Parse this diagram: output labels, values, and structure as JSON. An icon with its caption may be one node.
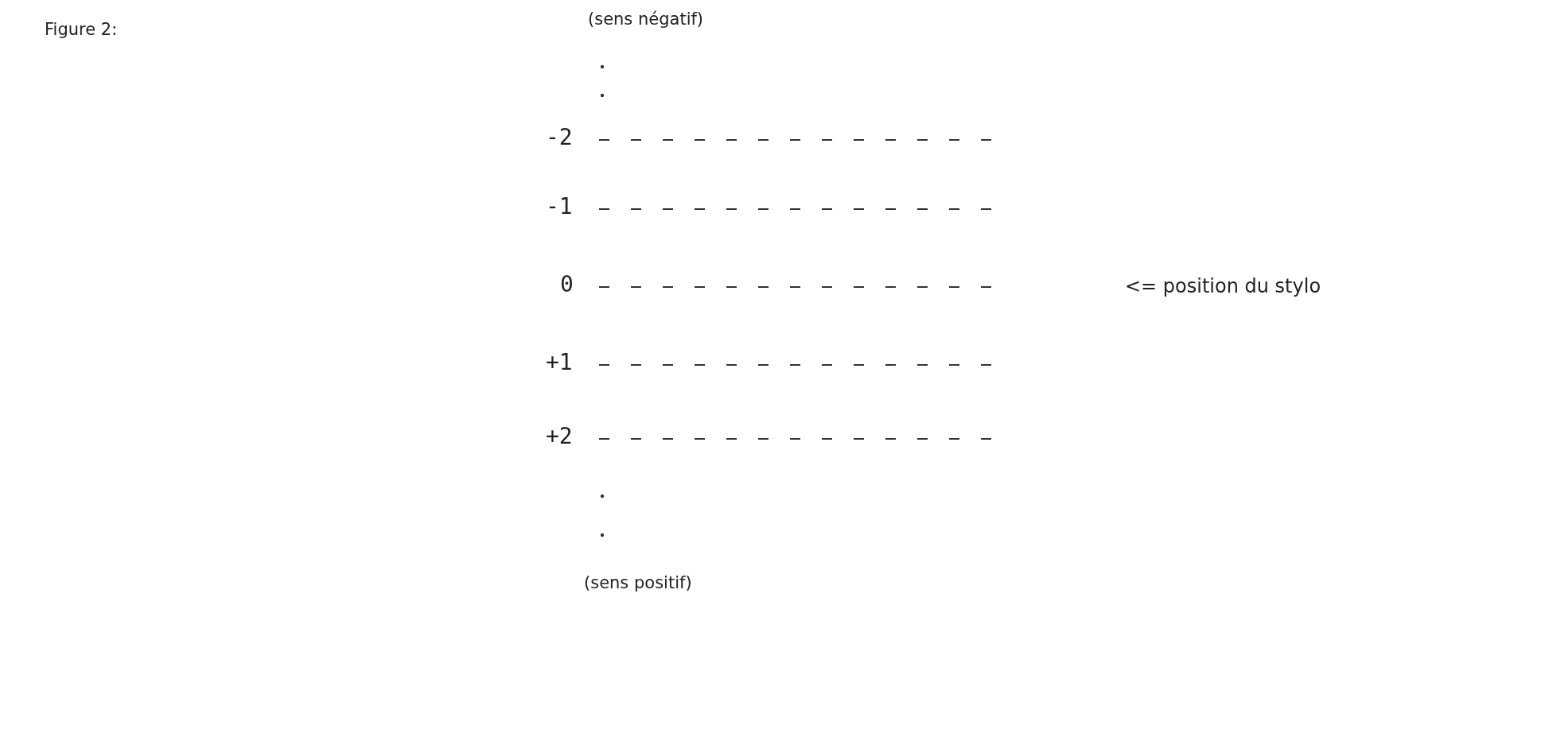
{
  "diagram": {
    "title": "Figure 2:",
    "labels": [
      "(sens négatif)",
      "-2",
      "-1",
      "0",
      "+1",
      "+2",
      "<= position du stylo",
      "(sens positif)"
    ]
  }
}
